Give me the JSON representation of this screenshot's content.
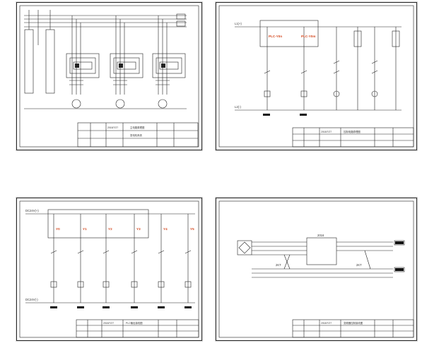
{
  "sheets": [
    {
      "id": "sheet-1",
      "labels": {
        "date": "2018/7/27",
        "title_a": "主电路原理图",
        "title_b": "发电机系统"
      }
    },
    {
      "id": "sheet-2",
      "labels": {
        "bus_top": "L1(+)",
        "bus_bottom": "L2(-)",
        "plc_a": "PLC-Y0n",
        "plc_b": "PLC-Y0m",
        "date": "2018/7/27",
        "title": "控制电路原理图"
      }
    },
    {
      "id": "sheet-3",
      "labels": {
        "bus_top": "DC24V(+)",
        "bus_bottom": "DC24V(-)",
        "y1": "Y0",
        "y2": "Y1",
        "y3": "Y2",
        "y4": "Y3",
        "y5": "Y4",
        "y6": "Y5",
        "date": "2018/7/27",
        "title": "PLC输出接线图"
      }
    },
    {
      "id": "sheet-4",
      "labels": {
        "box": "2016",
        "km_a": "2KT",
        "km_b": "2KT",
        "date": "2018/7/27",
        "title": "变频器控制接线图"
      }
    }
  ]
}
